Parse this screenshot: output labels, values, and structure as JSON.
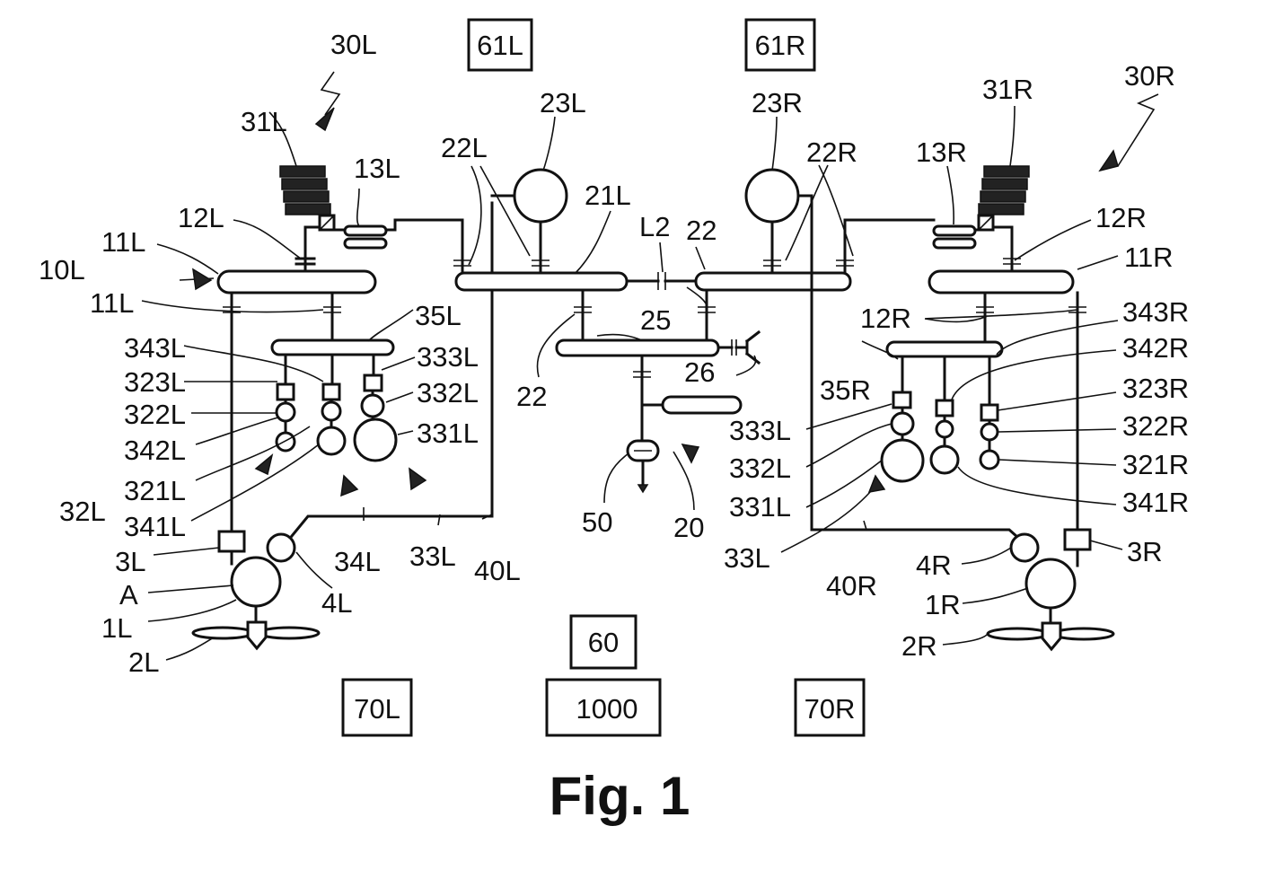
{
  "figure": {
    "caption": "Fig. 1"
  },
  "boxes": {
    "b61L": "61L",
    "b61R": "61R",
    "b60": "60",
    "b1000": "1000",
    "b70L": "70L",
    "b70R": "70R"
  },
  "labels": {
    "l30L": "30L",
    "l31L": "31L",
    "l13L": "13L",
    "l12L": "12L",
    "l11La": "11L",
    "l10L": "10L",
    "l11Lb": "11L",
    "l343L": "343L",
    "l323L": "323L",
    "l322L": "322L",
    "l342L": "342L",
    "l321L": "321L",
    "l32L": "32L",
    "l341L": "341L",
    "l35L": "35L",
    "l333L": "333L",
    "l332L": "332L",
    "l331L": "331L",
    "l34L": "34L",
    "l33L": "33L",
    "l40L": "40L",
    "l3L": "3L",
    "lA": "A",
    "l1L": "1L",
    "l2L": "2L",
    "l4L": "4L",
    "l22La": "22L",
    "l23L": "23L",
    "l21L": "21L",
    "lL2": "L2",
    "l22a": "22",
    "l25": "25",
    "l26": "26",
    "l22b": "22",
    "l50": "50",
    "l20": "20",
    "l23R": "23R",
    "l22R": "22R",
    "l13R": "13R",
    "l31R": "31R",
    "l30R": "30R",
    "l12Ra": "12R",
    "l11R": "11R",
    "l12Rb": "12R",
    "l343R": "343R",
    "l342R": "342R",
    "l35R": "35R",
    "l323R": "323R",
    "l322R": "322R",
    "l321R": "321R",
    "l341R": "341R",
    "l333Lr": "333L",
    "l332Lr": "332L",
    "l331Lr": "331L",
    "l33Lr": "33L",
    "l40R": "40R",
    "l4R": "4R",
    "l3R": "3R",
    "l1R": "1R",
    "l2R": "2R"
  }
}
